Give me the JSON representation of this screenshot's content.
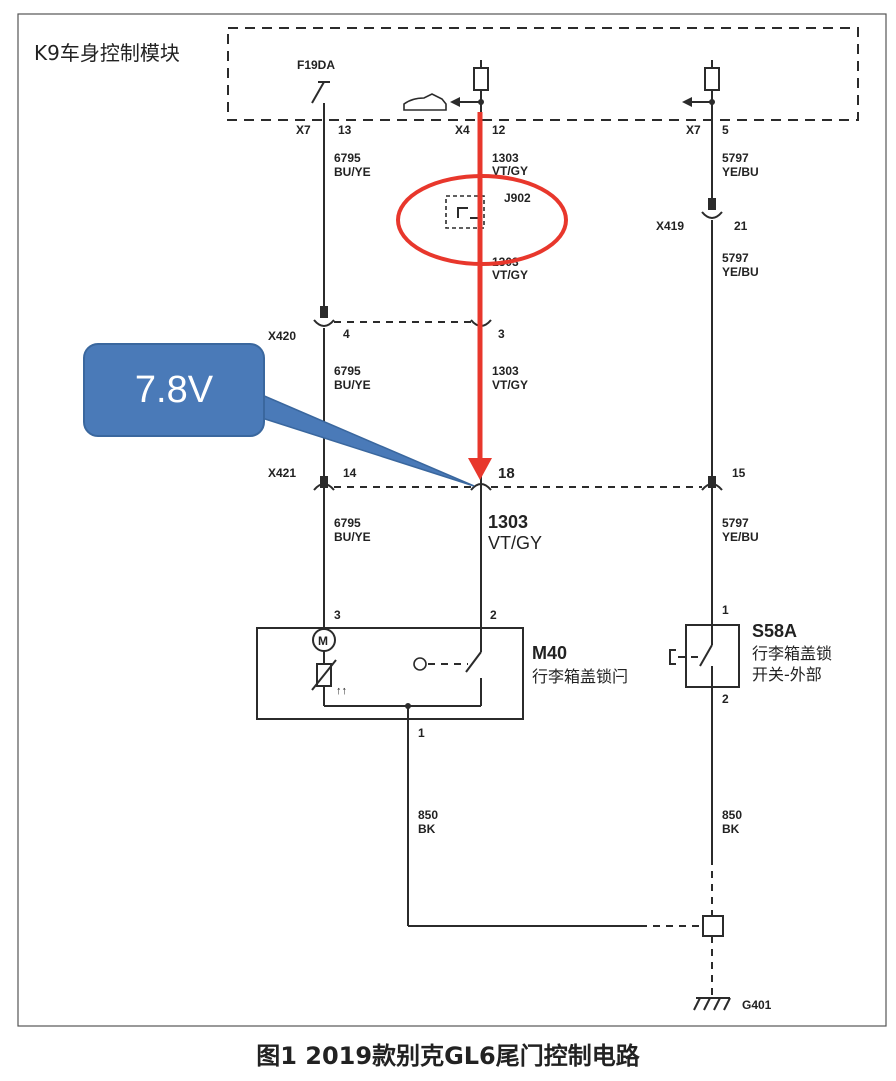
{
  "module": {
    "title": "K9车身控制模块",
    "left_pin_label": "F19DA",
    "pins": [
      {
        "conn": "X7",
        "pin": "13"
      },
      {
        "conn": "X4",
        "pin": "12"
      },
      {
        "conn": "X7",
        "pin": "5"
      }
    ]
  },
  "wires": {
    "left_top": {
      "num": "6795",
      "color": "BU/YE"
    },
    "mid_top": {
      "num": "1303",
      "color": "VT/GY"
    },
    "mid_under_splice": {
      "num": "1303",
      "color": "VT/GY"
    },
    "right_top": {
      "num": "5797",
      "color": "YE/BU"
    },
    "right_mid": {
      "num": "5797",
      "color": "YE/BU"
    },
    "left_mid": {
      "num": "6795",
      "color": "BU/YE"
    },
    "mid_mid": {
      "num": "1303",
      "color": "VT/GY"
    },
    "left_low": {
      "num": "6795",
      "color": "BU/YE"
    },
    "mid_low": {
      "num": "1303",
      "color": "VT/GY"
    },
    "right_low": {
      "num": "5797",
      "color": "YE/BU"
    },
    "ground_left": {
      "num": "850",
      "color": "BK"
    },
    "ground_right": {
      "num": "850",
      "color": "BK"
    }
  },
  "splice": {
    "label": "J902"
  },
  "connectors": {
    "x419": {
      "name": "X419",
      "pin": "21"
    },
    "x420": {
      "name": "X420",
      "pin_left": "4",
      "pin_mid": "3"
    },
    "x421": {
      "name": "X421",
      "pin_left": "14",
      "pin_mid": "18",
      "pin_right": "15"
    }
  },
  "callout": {
    "value": "7.8V",
    "color": "#4a7ab8"
  },
  "highlight_color": "#e8372c",
  "m40": {
    "code": "M40",
    "name": "行李箱盖锁闩",
    "pin_left": "3",
    "pin_mid": "2",
    "pin_bottom": "1",
    "motor_letter": "M"
  },
  "s58a": {
    "code": "S58A",
    "name_line1": "行李箱盖锁",
    "name_line2": "开关-外部",
    "pin_top": "1",
    "pin_bottom": "2"
  },
  "ground": {
    "label": "G401"
  },
  "caption": "图1 2019款别克GL6尾门控制电路"
}
